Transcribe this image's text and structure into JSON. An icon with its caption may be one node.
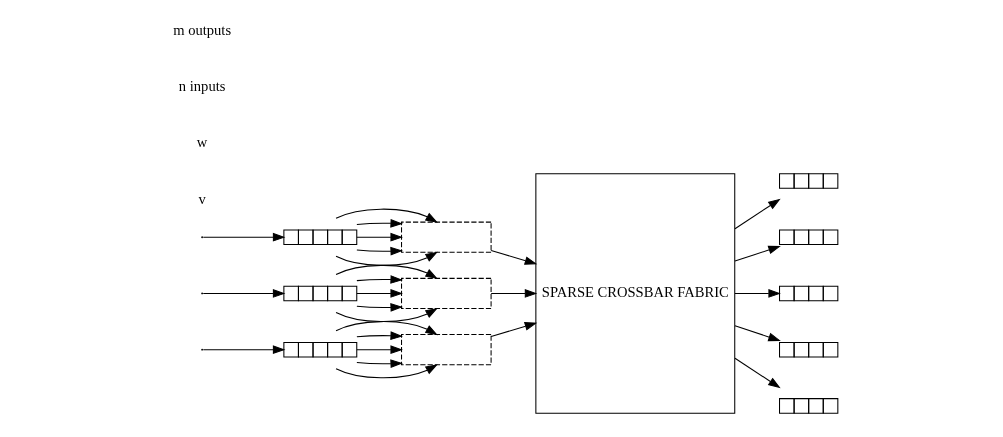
{
  "diagram": {
    "nodes": [
      {
        "text": [],
        "shape": "box"
      },
      {
        "text": [],
        "shape": "box"
      },
      {
        "text": [],
        "shape": "box"
      },
      {
        "text": [],
        "shape": "box"
      },
      {
        "text": [],
        "shape": "box"
      },
      {
        "text": [],
        "shape": "box"
      },
      {
        "text": [
          "SPARSE CROSSBAR FABRIC"
        ]
      },
      {
        "text": [],
        "shape": "box"
      },
      {
        "text": [],
        "shape": "box"
      },
      {
        "text": [],
        "shape": "box"
      },
      {
        "text": [],
        "shape": "box"
      },
      {
        "text": [],
        "shape": "box"
      }
    ],
    "edges": [
      {
        "from": null,
        "to": 0,
        "arrow": "to"
      },
      {
        "from": 0,
        "to": 1,
        "arrow": "to"
      },
      {
        "from": 0,
        "to": 1,
        "arrow": "to"
      },
      {
        "from": 0,
        "to": 1,
        "arrow": "to"
      },
      {
        "from": 0,
        "to": 1,
        "arrow": "to"
      },
      {
        "from": 0,
        "to": 1,
        "arrow": "to"
      },
      {
        "from": 1,
        "to": 6,
        "arrow": "to"
      },
      {
        "from": null,
        "to": 2,
        "arrow": "to"
      },
      {
        "from": 2,
        "to": 3,
        "arrow": "to"
      },
      {
        "from": 2,
        "to": 3,
        "arrow": "to"
      },
      {
        "from": 2,
        "to": 3,
        "arrow": "to"
      },
      {
        "from": 2,
        "to": 3,
        "arrow": "to"
      },
      {
        "from": 2,
        "to": 3,
        "arrow": "to"
      },
      {
        "from": 3,
        "to": 6,
        "arrow": "to"
      },
      {
        "from": null,
        "to": 4,
        "arrow": "to"
      },
      {
        "from": 4,
        "to": 5,
        "arrow": "to"
      },
      {
        "from": 4,
        "to": 5,
        "arrow": "to"
      },
      {
        "from": 4,
        "to": 5,
        "arrow": "to"
      },
      {
        "from": 4,
        "to": 5,
        "arrow": "to"
      },
      {
        "from": 4,
        "to": 5,
        "arrow": "to"
      },
      {
        "from": 5,
        "to": 6,
        "arrow": "to"
      },
      {
        "from": 6,
        "to": 7,
        "arrow": "to"
      },
      {
        "from": 6,
        "to": 8,
        "arrow": "to"
      },
      {
        "from": 6,
        "to": 9,
        "arrow": "to"
      },
      {
        "from": 6,
        "to": 10,
        "arrow": "to"
      },
      {
        "from": 6,
        "to": 11,
        "arrow": "to"
      }
    ],
    "labels": [
      "v",
      "w",
      "n inputs",
      "m outputs"
    ]
  }
}
